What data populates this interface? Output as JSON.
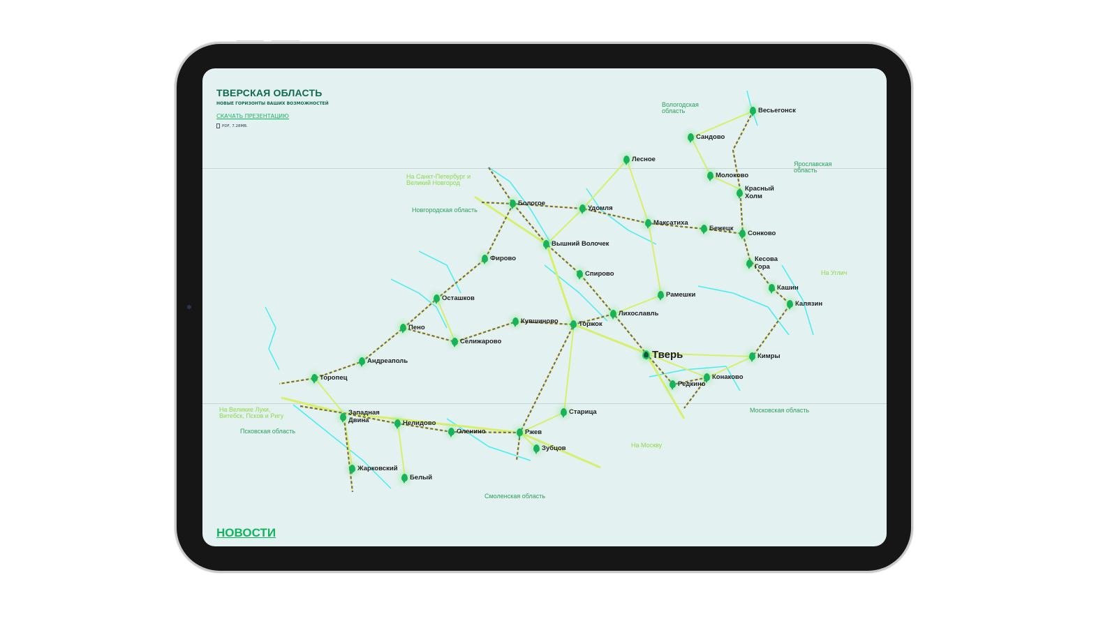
{
  "header": {
    "title": "ТВЕРСКАЯ ОБЛАСТЬ",
    "subtitle": "НОВЫЕ ГОРИЗОНТЫ ВАШИХ ВОЗМОЖНОСТЕЙ",
    "download_label": "СКАЧАТЬ ПРЕЗЕНТАЦИЮ",
    "file_info": "PDF, 7.28MB."
  },
  "footer": {
    "news_label": "НОВОСТИ"
  },
  "regions": [
    "Вологодская область",
    "Ярославская область",
    "Новгородская область",
    "Псковская область",
    "Смоленская область",
    "Московская область"
  ],
  "directions": [
    "На Санкт-Петербург и Великий Новгород",
    "На Великие Луки, Витебск, Псков и Ригу",
    "На Москву",
    "На Углич"
  ],
  "cities": [
    "Весьегонск",
    "Сандово",
    "Лесное",
    "Молоково",
    "Красный Холм",
    "Бологое",
    "Удомля",
    "Максатиха",
    "Бежецк",
    "Сонково",
    "Вышний Волочек",
    "Фирово",
    "Кесова Гора",
    "Спирово",
    "Кашин",
    "Рамешки",
    "Осташков",
    "Калязин",
    "Лихославль",
    "Кувшиново",
    "Торжок",
    "Пено",
    "Селижарово",
    "Тверь",
    "Кимры",
    "Андреаполь",
    "Торопец",
    "Конаково",
    "Редкино",
    "Старица",
    "Западная Двина",
    "Нелидово",
    "Оленино",
    "Ржев",
    "Зубцов",
    "Жарковский",
    "Белый"
  ],
  "colors": {
    "accent": "#17b35b",
    "title": "#0f6a4f",
    "road": "#d6f06a",
    "water": "#45eef0",
    "rail": "#6b6b6b"
  }
}
